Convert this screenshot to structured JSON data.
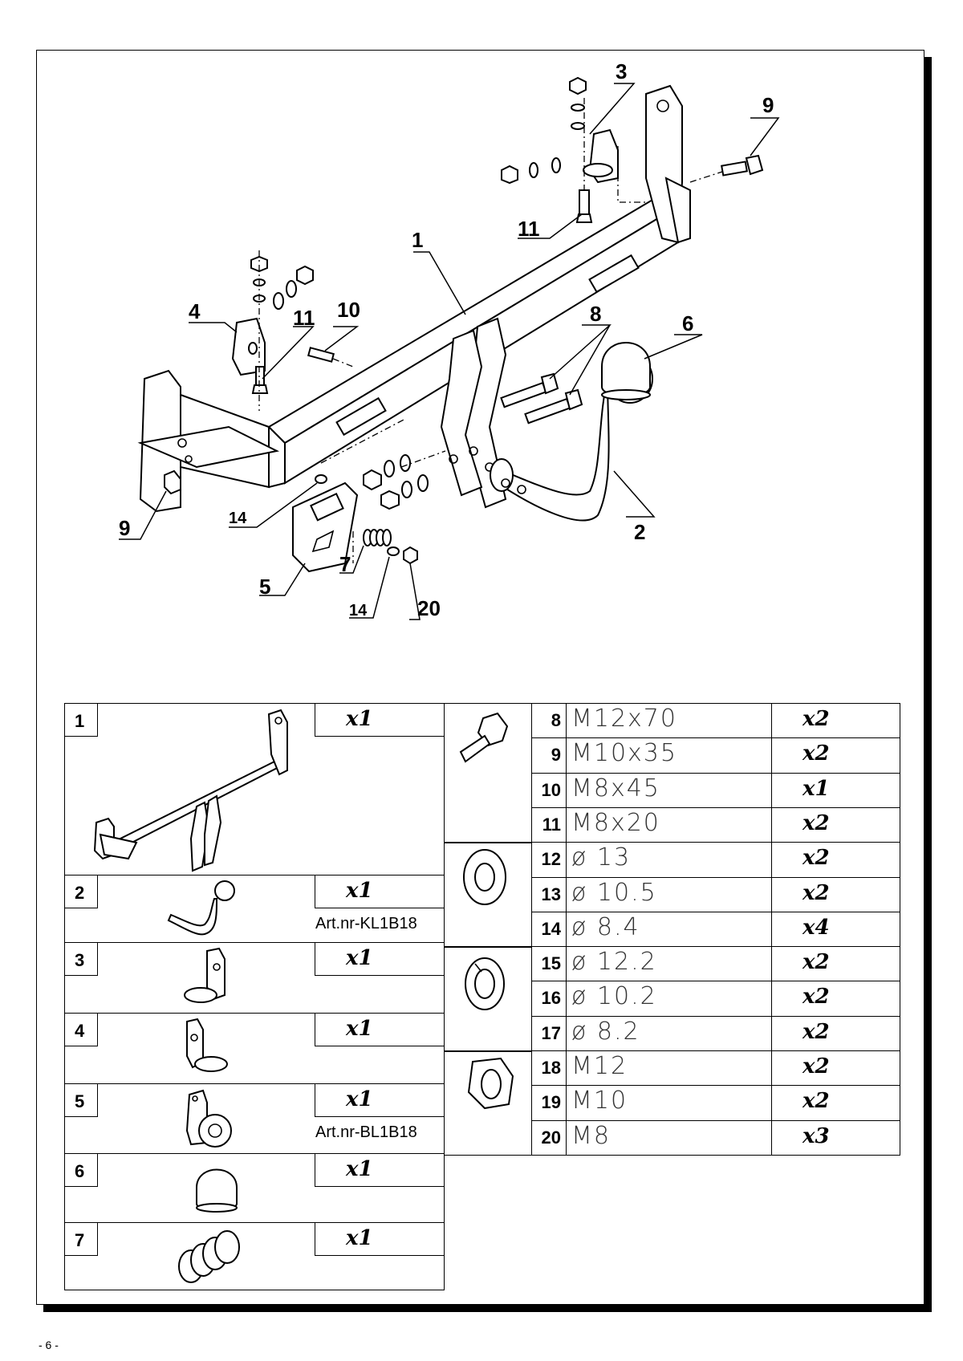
{
  "callouts": {
    "c1": "1",
    "c2": "2",
    "c3": "3",
    "c4": "4",
    "c5": "5",
    "c6": "6",
    "c7": "7",
    "c8": "8",
    "c9a": "9",
    "c9b": "9",
    "c10": "10",
    "c11a": "11",
    "c11b": "11",
    "c14a": "14",
    "c14b": "14",
    "c20": "20"
  },
  "left_table": [
    {
      "num": "1",
      "qty": "x1",
      "art": ""
    },
    {
      "num": "2",
      "qty": "x1",
      "art": "Art.nr-KL1B18"
    },
    {
      "num": "3",
      "qty": "x1",
      "art": ""
    },
    {
      "num": "4",
      "qty": "x1",
      "art": ""
    },
    {
      "num": "5",
      "qty": "x1",
      "art": "Art.nr-BL1B18"
    },
    {
      "num": "6",
      "qty": "x1",
      "art": ""
    },
    {
      "num": "7",
      "qty": "x1",
      "art": ""
    }
  ],
  "right_table": [
    {
      "num": "8",
      "spec": "M12x70",
      "qty": "x2"
    },
    {
      "num": "9",
      "spec": "M10x35",
      "qty": "x2"
    },
    {
      "num": "10",
      "spec": "M8x45",
      "qty": "x1"
    },
    {
      "num": "11",
      "spec": "M8x20",
      "qty": "x2"
    },
    {
      "num": "12",
      "spec": "ø 13",
      "qty": "x2"
    },
    {
      "num": "13",
      "spec": "ø 10.5",
      "qty": "x2"
    },
    {
      "num": "14",
      "spec": "ø 8.4",
      "qty": "x4"
    },
    {
      "num": "15",
      "spec": "ø 12.2",
      "qty": "x2"
    },
    {
      "num": "16",
      "spec": "ø 10.2",
      "qty": "x2"
    },
    {
      "num": "17",
      "spec": "ø 8.2",
      "qty": "x2"
    },
    {
      "num": "18",
      "spec": "M12",
      "qty": "x2"
    },
    {
      "num": "19",
      "spec": "M10",
      "qty": "x2"
    },
    {
      "num": "20",
      "spec": "M8",
      "qty": "x3"
    }
  ],
  "page_number": "- 6 -"
}
